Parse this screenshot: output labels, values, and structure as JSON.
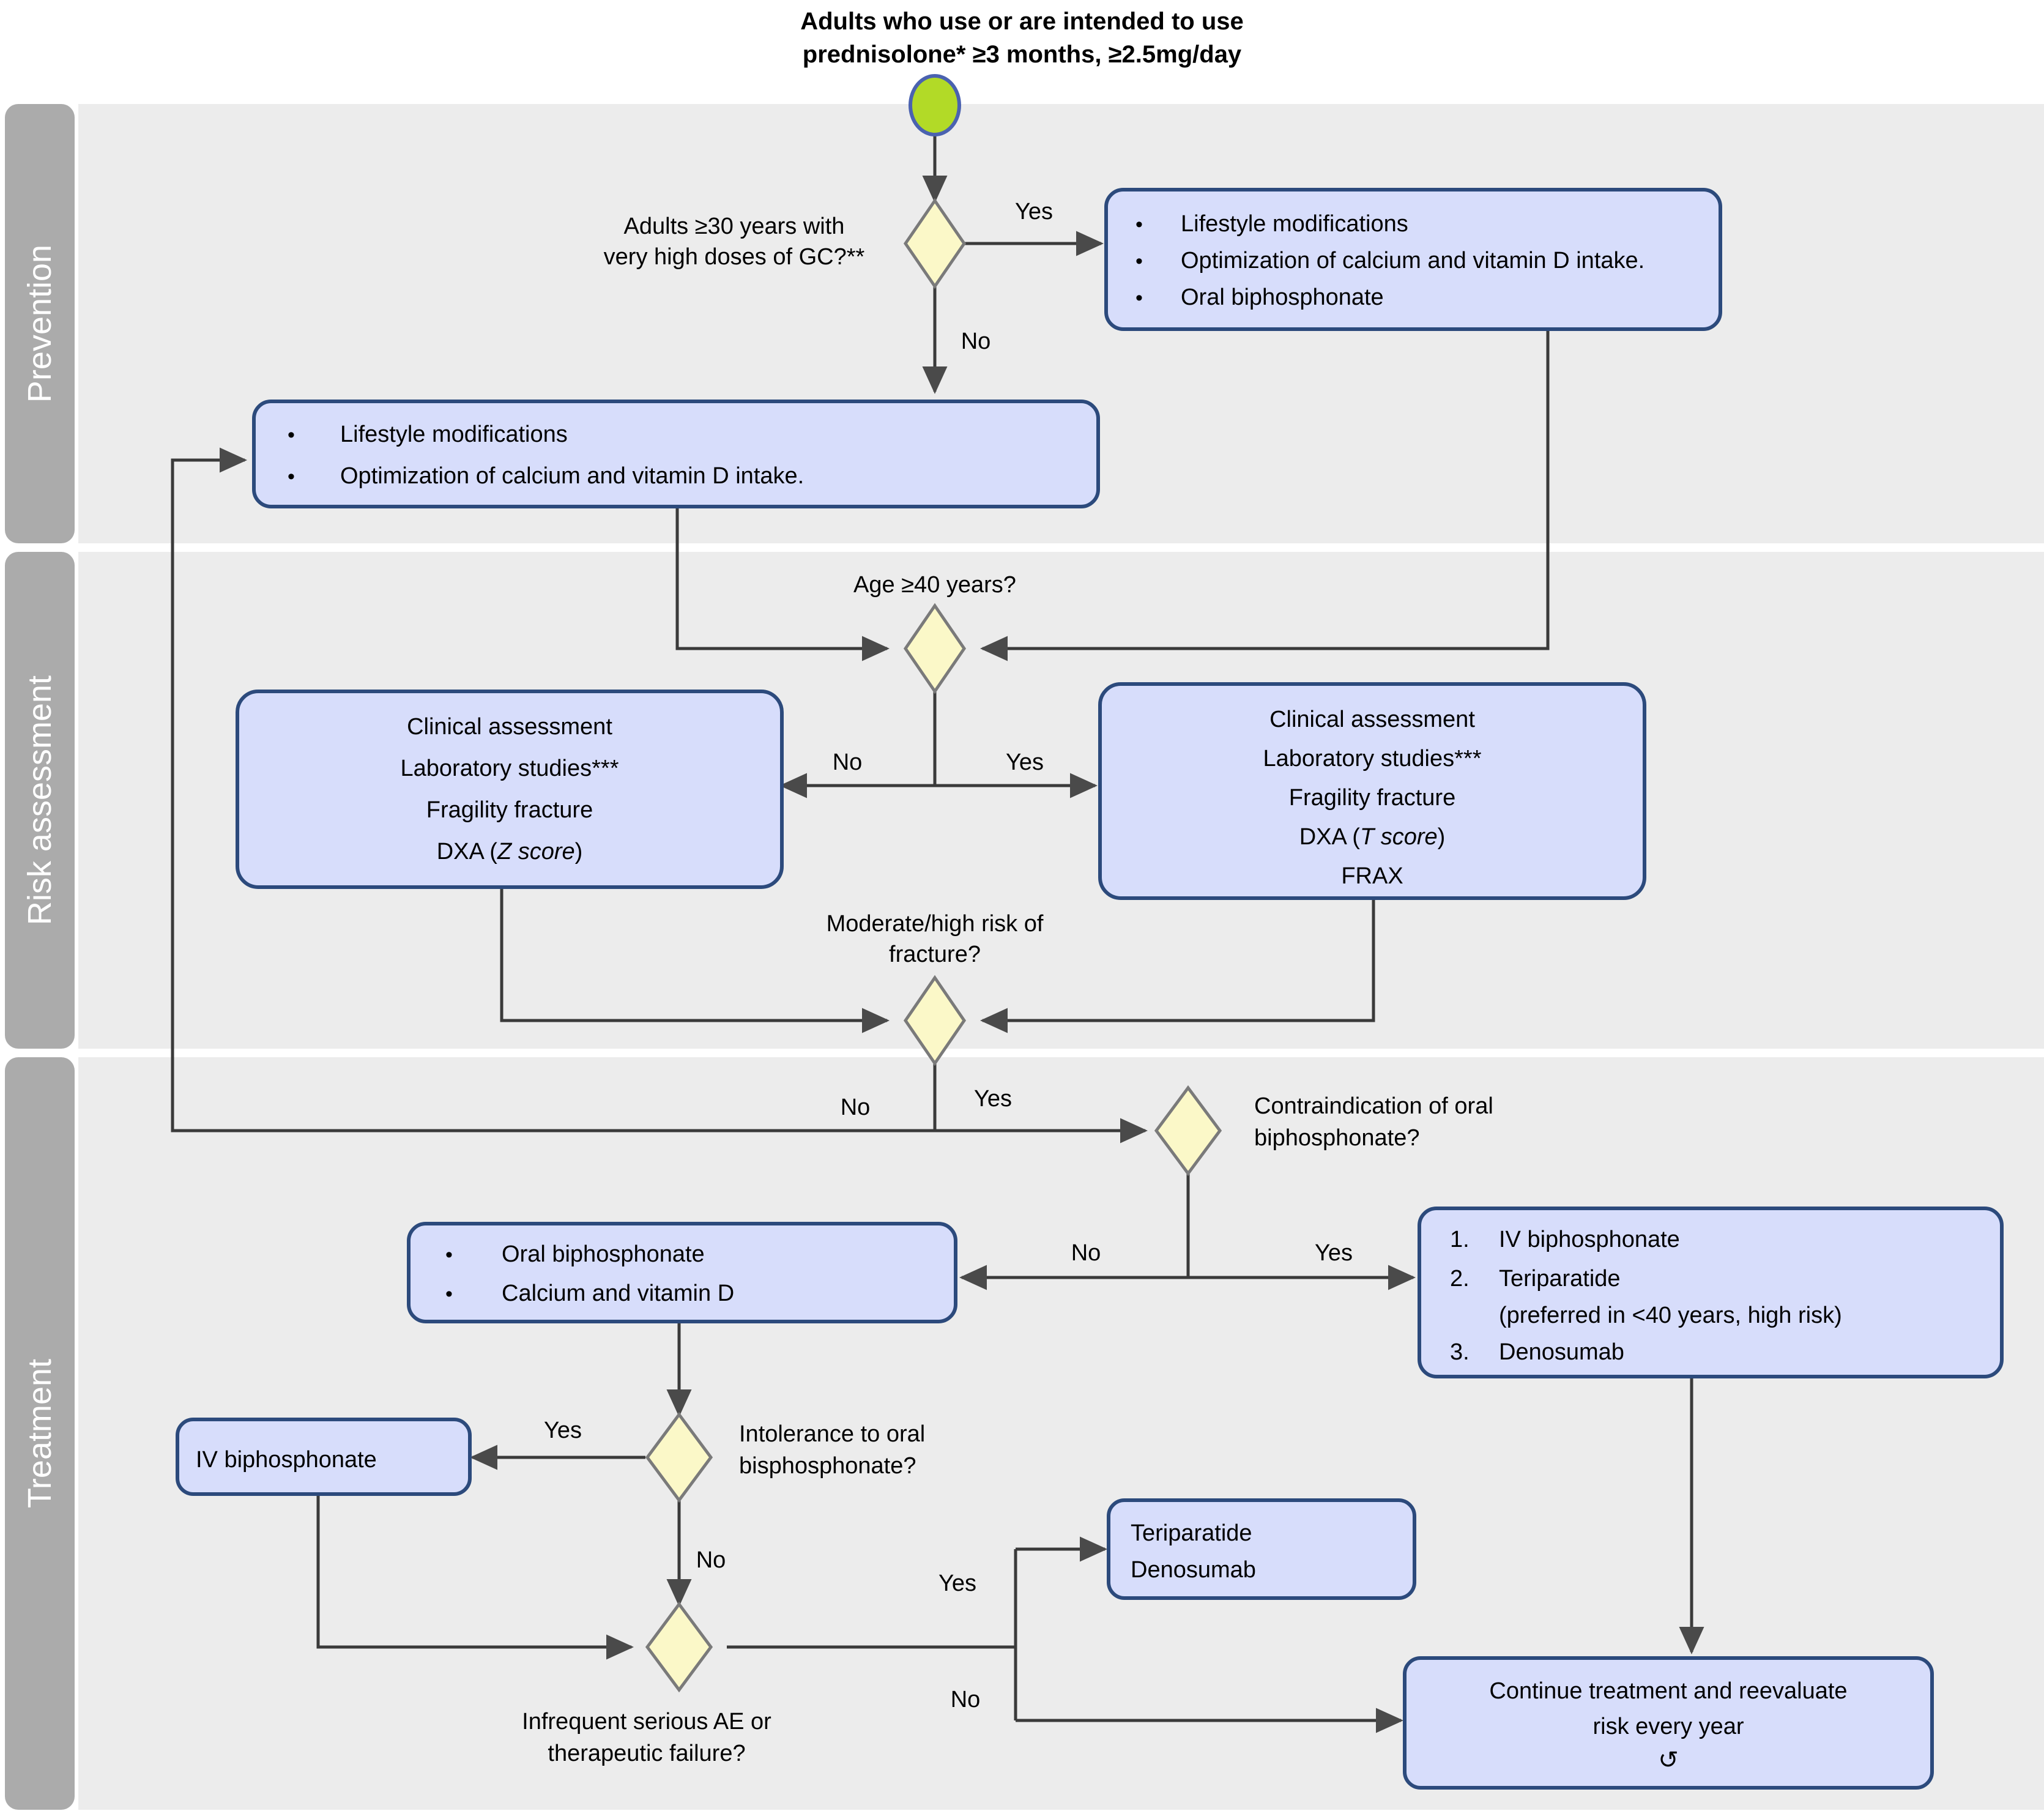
{
  "title": {
    "line1": "Adults who use or are intended to use",
    "line2": "prednisolone* ≥3 months, ≥2.5mg/day"
  },
  "bands": [
    {
      "id": "prevention",
      "label": "Prevention"
    },
    {
      "id": "risk-assessment",
      "label": "Risk assessment"
    },
    {
      "id": "treatment",
      "label": "Treatment"
    }
  ],
  "colors": {
    "process_fill": "#d7ddfb",
    "process_border": "#2c4a7c",
    "decision_fill": "#fbf8c8",
    "decision_border": "#7a7a7a",
    "start_fill": "#b2da27",
    "start_border": "#4a62b0",
    "band_label_fill": "#ababab",
    "band_bg": "#ececec",
    "connector": "#3a3a3a"
  },
  "nodes": {
    "start": {
      "kind": "start",
      "label": ""
    },
    "q_very_high_gc": {
      "kind": "decision",
      "line1": "Adults ≥30 years with",
      "line2": "very high doses of GC?**"
    },
    "p_prevent_high": {
      "kind": "process-bullets",
      "items": [
        "Lifestyle modifications",
        "Optimization of calcium and vitamin D intake.",
        "Oral biphosphonate"
      ]
    },
    "p_prevent_std": {
      "kind": "process-bullets",
      "items": [
        "Lifestyle modifications",
        "Optimization of calcium and vitamin D intake."
      ]
    },
    "q_age40": {
      "kind": "decision",
      "line1": "Age ≥40 years?"
    },
    "p_assess_z": {
      "kind": "process-lines",
      "lines": [
        "Clinical assessment",
        "Laboratory studies***",
        "Fragility fracture",
        "DXA (Z score)"
      ],
      "italic_part": "Z score"
    },
    "p_assess_t": {
      "kind": "process-lines",
      "lines": [
        "Clinical assessment",
        "Laboratory studies***",
        "Fragility fracture",
        "DXA (T score)",
        "FRAX"
      ],
      "italic_part": "T score"
    },
    "q_risk": {
      "kind": "decision",
      "line1": "Moderate/high risk of",
      "line2": "fracture?"
    },
    "q_contraindication": {
      "kind": "decision",
      "line1": "Contraindication of oral",
      "line2": "biphosphonate?"
    },
    "p_oral_bp": {
      "kind": "process-bullets",
      "items": [
        "Oral biphosphonate",
        "Calcium and vitamin D"
      ]
    },
    "p_iv_options": {
      "kind": "process-numbered",
      "items": [
        "IV biphosphonate",
        "Teriparatide",
        "(preferred in <40 years, high risk)",
        "Denosumab"
      ],
      "numbers": [
        "1.",
        "2.",
        "",
        "3."
      ]
    },
    "q_intolerance": {
      "kind": "decision",
      "line1": "Intolerance to oral",
      "line2": "bisphosphonate?"
    },
    "p_iv_bp": {
      "kind": "process-lines",
      "lines": [
        "IV biphosphonate"
      ]
    },
    "q_ae": {
      "kind": "decision",
      "line1": "Infrequent serious AE or",
      "line2": "therapeutic failure?"
    },
    "p_teri_deno": {
      "kind": "process-lines",
      "lines": [
        "Teriparatide",
        "Denosumab"
      ]
    },
    "p_continue": {
      "kind": "process-lines",
      "lines": [
        "Continue treatment and reevaluate",
        "risk every year"
      ],
      "icon": "↺",
      "icon_name": "recycle-loop-icon"
    }
  },
  "edge_labels": {
    "gc_yes": "Yes",
    "gc_no": "No",
    "age40_no": "No",
    "age40_yes": "Yes",
    "risk_no": "No",
    "risk_yes": "Yes",
    "contra_no": "No",
    "contra_yes": "Yes",
    "intol_yes": "Yes",
    "intol_no": "No",
    "ae_yes": "Yes",
    "ae_no": "No"
  }
}
